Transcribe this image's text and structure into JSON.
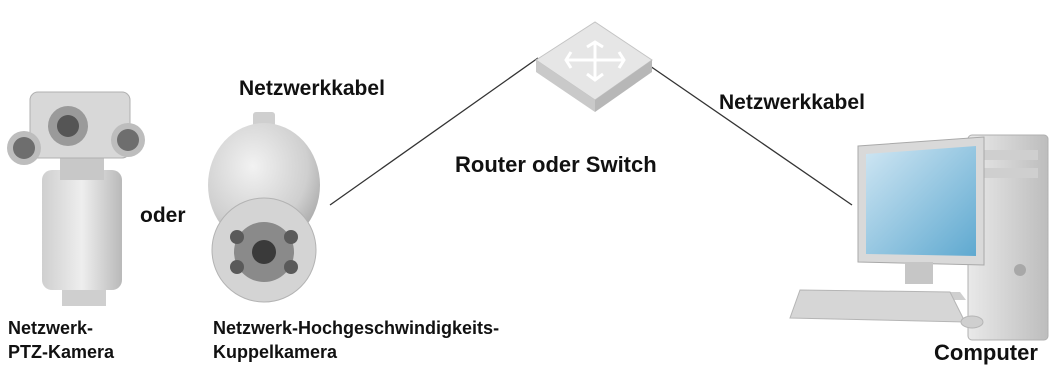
{
  "diagram": {
    "labels": {
      "cable_left": "Netzwerkkabel",
      "cable_right": "Netzwerkkabel",
      "router": "Router oder Switch",
      "or": "oder",
      "ptz_line1": "Netzwerk-",
      "ptz_line2": "PTZ-Kamera",
      "dome_line1": "Netzwerk-Hochgeschwindigkeits-",
      "dome_line2": "Kuppelkamera",
      "computer": "Computer"
    },
    "devices": [
      {
        "id": "ptz-camera",
        "icon": "ptz-camera-icon"
      },
      {
        "id": "dome-camera",
        "icon": "dome-camera-icon"
      },
      {
        "id": "router",
        "icon": "router-switch-icon"
      },
      {
        "id": "computer",
        "icon": "computer-icon"
      }
    ],
    "connections": [
      {
        "from": "dome-camera",
        "to": "router",
        "label": "Netzwerkkabel"
      },
      {
        "from": "router",
        "to": "computer",
        "label": "Netzwerkkabel"
      }
    ]
  }
}
